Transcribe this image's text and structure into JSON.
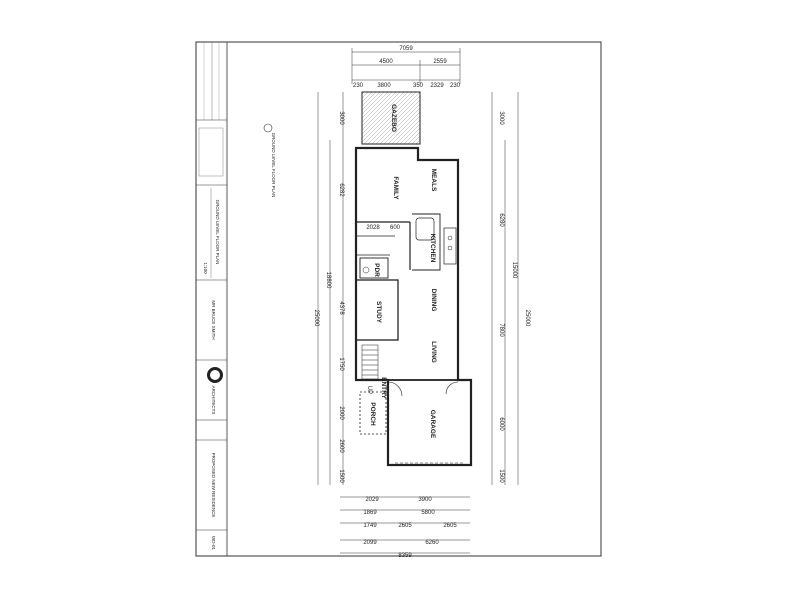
{
  "title_block": {
    "drawing_title": "GROUND LEVEL FLOOR PLAN",
    "client": "MR BRUCE SMITH",
    "project": "PROPOSED NEW RESIDENCE",
    "sheet_no": "WD-01",
    "scale": "1:100",
    "firm": "ARCHITECTS"
  },
  "plan_label": "GROUND LEVEL FLOOR PLAN",
  "rooms": {
    "gazebo": "GAZEBO",
    "family": "FAMILY",
    "meals": "MEALS",
    "kitchen": "KITCHEN",
    "pdr": "PDR",
    "study": "STUDY",
    "dining": "DINING",
    "living": "LIVING",
    "entry": "ENTRY",
    "porch": "PORCH",
    "garage": "GARAGE",
    "up": "UP"
  },
  "dimensions": {
    "top_overall": "7059",
    "top_a": "4500",
    "top_b": "2559",
    "top_c1": "230",
    "top_c2": "3800",
    "top_c3": "350",
    "top_c4": "2329",
    "top_c5": "230",
    "left_overall": "25000",
    "left_mid": "18800",
    "left_1": "3000",
    "left_2": "6282",
    "left_3": "4378",
    "left_4": "1750",
    "left_5": "2000",
    "left_6": "2600",
    "left_7": "1500",
    "right_overall": "25000",
    "right_mid": "15000",
    "right_1": "3000",
    "right_2": "6280",
    "right_3": "7800",
    "right_4": "6000",
    "right_5": "1500",
    "inner_1": "2028",
    "inner_2": "600",
    "bottom_1a": "2029",
    "bottom_1b": "3900",
    "bottom_2a": "1869",
    "bottom_2b": "5800",
    "bottom_3a": "1749",
    "bottom_3b": "2605",
    "bottom_3c": "2605",
    "bottom_4a": "2099",
    "bottom_4b": "6260",
    "bottom_overall": "8359"
  }
}
